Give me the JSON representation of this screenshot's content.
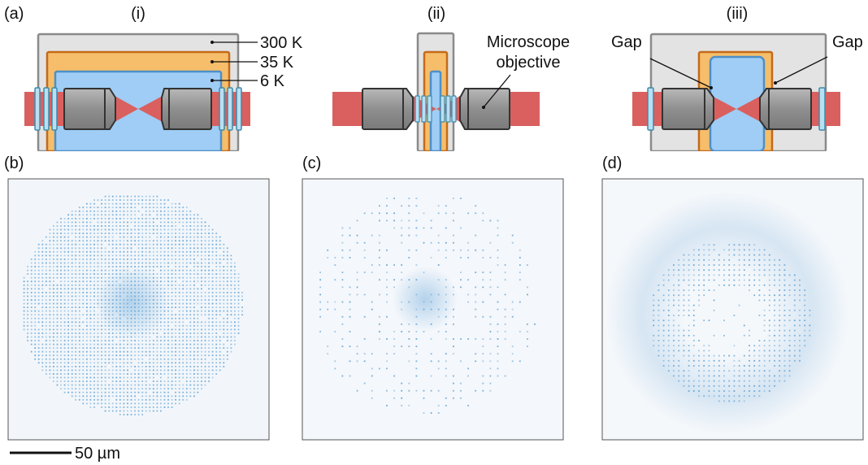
{
  "panel_labels": {
    "a": "(a)",
    "b": "(b)",
    "c": "(c)",
    "d": "(d)"
  },
  "config_labels": {
    "i": "(i)",
    "ii": "(ii)",
    "iii": "(iii)"
  },
  "temperature_labels": {
    "t300": "300 K",
    "t35": "35 K",
    "t6": "6 K"
  },
  "objective_label": {
    "line1": "Microscope",
    "line2": "objective"
  },
  "gap_labels": {
    "left": "Gap",
    "right": "Gap"
  },
  "scale_bar": {
    "label": "50 µm"
  },
  "colors": {
    "shield_300k": "#e3e3e3",
    "shield_35k": "#f6be6a",
    "shield_6k": "#9fcdf5",
    "laser": "#d9605f",
    "objective": "#9a9a9a",
    "atoms": "#5b9fd4",
    "image_bg": "#f2f6fa"
  }
}
